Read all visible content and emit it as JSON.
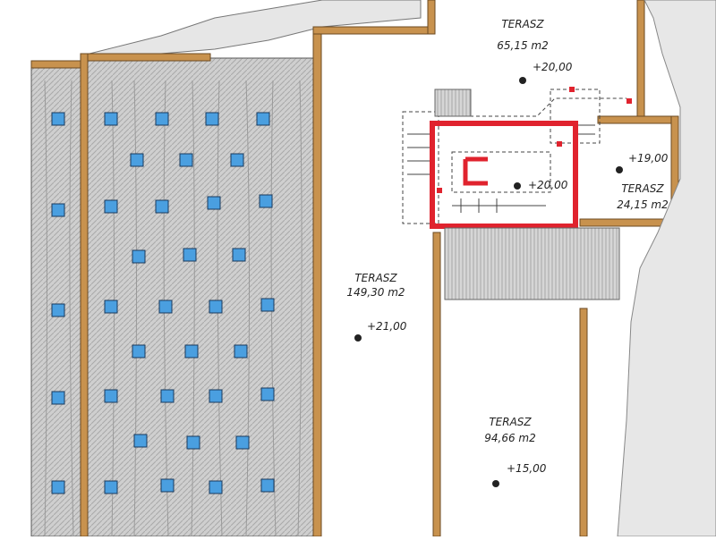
{
  "labels": {
    "terrace_top": {
      "name": "TERASZ",
      "area": "65,15 m2",
      "level": "+20,00"
    },
    "stair_level": {
      "level": "+20,00"
    },
    "terrace_right": {
      "name": "TERASZ",
      "area": "24,15 m2",
      "level": "+19,00"
    },
    "terrace_big": {
      "name": "TERASZ",
      "area": "149,30 m2",
      "level": "+21,00"
    },
    "terrace_low": {
      "name": "TERASZ",
      "area": "94,66 m2",
      "level": "+15,00"
    }
  },
  "colors": {
    "wall": "#c8924e",
    "wall_edge": "#6b4a22",
    "roof": "#c9c9c9",
    "tile": "#4a9fe0",
    "red_wall": "#e0232e",
    "pencil": "#333333"
  }
}
